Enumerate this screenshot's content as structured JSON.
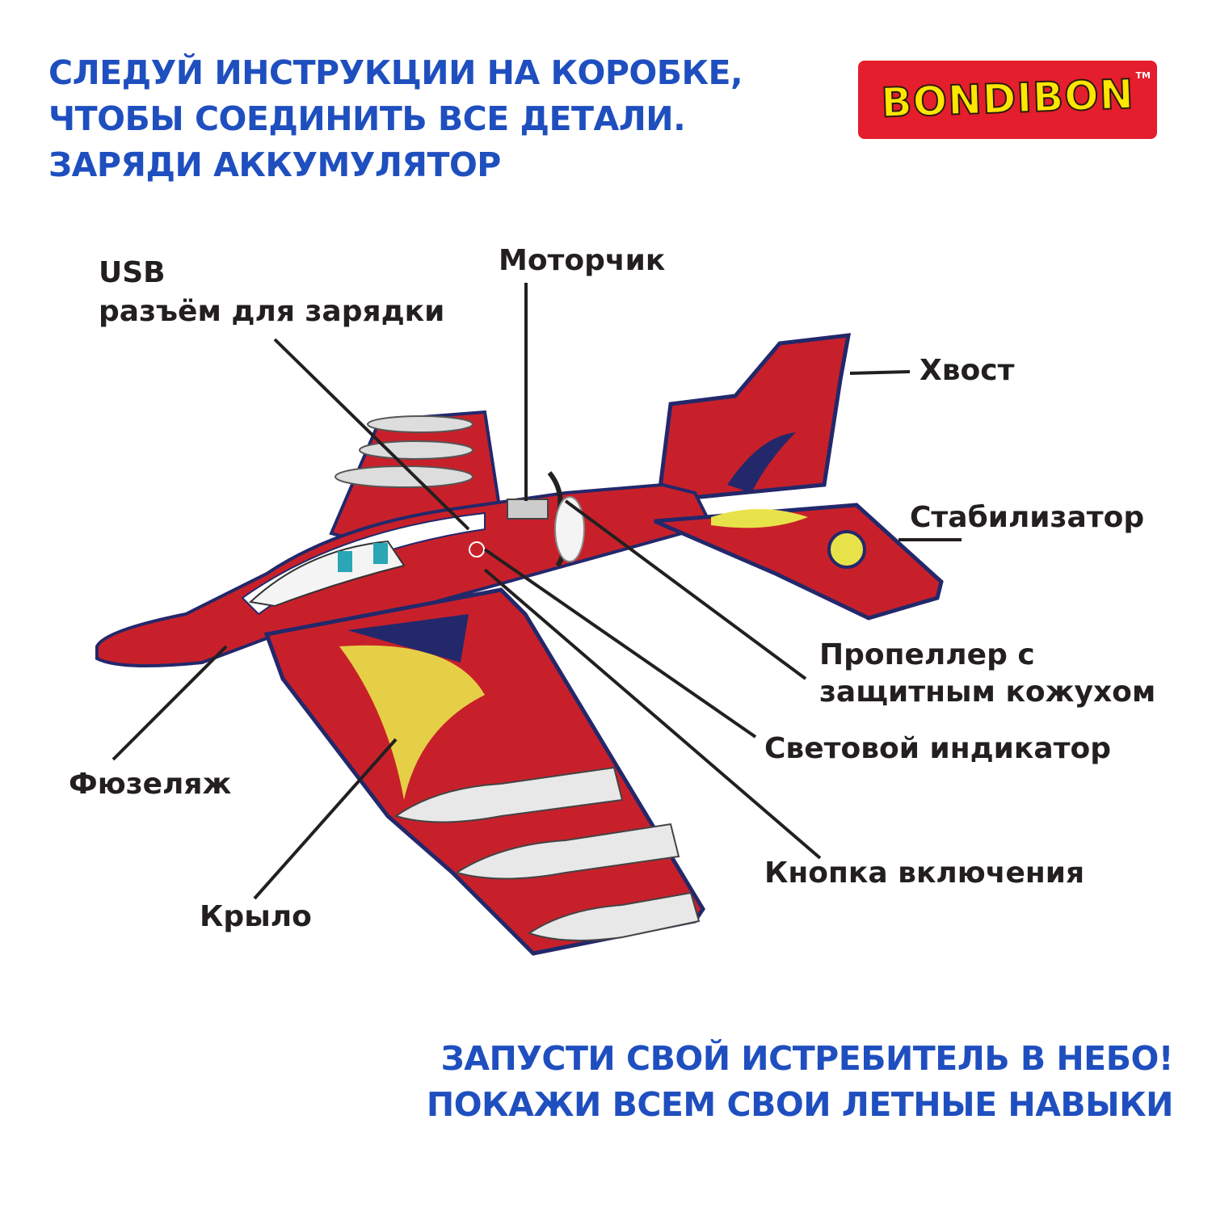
{
  "heading": {
    "lines": [
      "СЛЕДУЙ ИНСТРУКЦИИ НА КОРОБКЕ,",
      "ЧТОБЫ СОЕДИНИТЬ ВСЕ ДЕТАЛИ.",
      "ЗАРЯДИ АККУМУЛЯТОР"
    ]
  },
  "logo": {
    "text": "BONDIBON",
    "tm": "TM"
  },
  "labels": {
    "usb_line1": "USB",
    "usb_line2": "разъём для зарядки",
    "motor": "Моторчик",
    "tail": "Хвост",
    "stabilizer": "Стабилизатор",
    "propeller_line1": "Пропеллер с",
    "propeller_line2": "защитным кожухом",
    "indicator": "Световой индикатор",
    "fuselage": "Фюзеляж",
    "power_button": "Кнопка включения",
    "wing": "Крыло"
  },
  "footer": {
    "lines": [
      "ЗАПУСТИ СВОЙ ИСТРЕБИТЕЛЬ В НЕБО!",
      "ПОКАЖИ ВСЕМ СВОИ ЛЕТНЫЕ НАВЫКИ"
    ]
  },
  "colors": {
    "heading": "#1f4fbf",
    "logo_bg": "#e41e2c",
    "logo_text": "#ffe600",
    "plane_red": "#c8202a",
    "plane_navy": "#23286b",
    "plane_yellow": "#e8e24a"
  }
}
